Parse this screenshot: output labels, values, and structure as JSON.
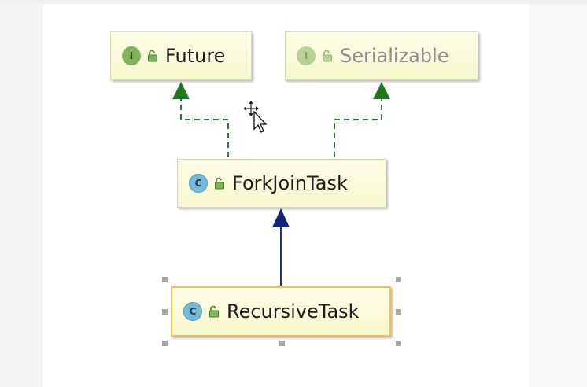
{
  "diagram": {
    "nodes": [
      {
        "id": "future",
        "name": "Future",
        "kind": "interface",
        "kind_letter": "I",
        "faded": false
      },
      {
        "id": "serializable",
        "name": "Serializable",
        "kind": "interface",
        "kind_letter": "I",
        "faded": true
      },
      {
        "id": "forkjointask",
        "name": "ForkJoinTask",
        "kind": "class",
        "kind_letter": "C",
        "faded": false
      },
      {
        "id": "recursivetask",
        "name": "RecursiveTask",
        "kind": "class",
        "kind_letter": "C",
        "faded": false,
        "selected": true
      }
    ],
    "edges": [
      {
        "from": "forkjointask",
        "to": "future",
        "relation": "implements",
        "style": "dashed",
        "color": "#2a7d2a"
      },
      {
        "from": "forkjointask",
        "to": "serializable",
        "relation": "implements",
        "style": "dashed",
        "color": "#2a7d2a"
      },
      {
        "from": "recursivetask",
        "to": "forkjointask",
        "relation": "extends",
        "style": "solid",
        "color": "#1c2e8c"
      }
    ]
  },
  "colors": {
    "node_fill": "#f9f9d6",
    "interface_icon": "#7fb35a",
    "class_icon": "#74b9d6",
    "selection_border": "#f0c24a",
    "implements_edge": "#2a7d2a",
    "extends_edge": "#1c2e8c"
  }
}
